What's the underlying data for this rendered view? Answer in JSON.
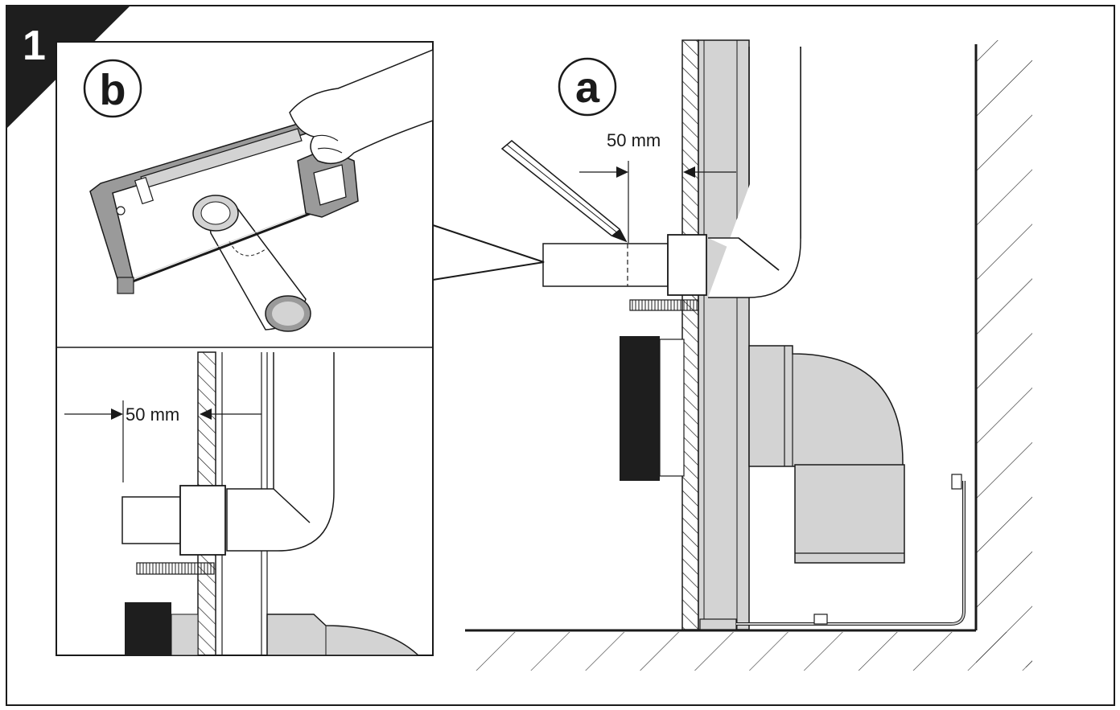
{
  "step": {
    "number": "1"
  },
  "callout_a": {
    "letter": "a"
  },
  "callout_b": {
    "letter": "b"
  },
  "dimension_main": {
    "text": "50 mm"
  },
  "dimension_detail": {
    "text": "50 mm"
  },
  "colors": {
    "ink": "#1a1a1a",
    "pipe_fill": "#d3d3d3",
    "pipe_dark": "#9a9a9a",
    "block": "#1e1e1e",
    "background": "#ffffff"
  }
}
